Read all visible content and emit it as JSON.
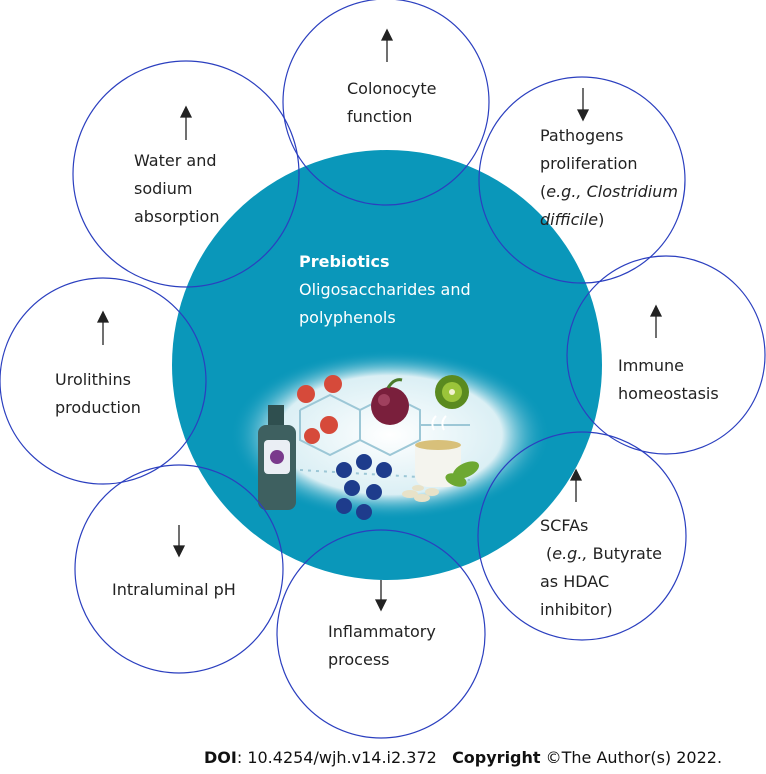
{
  "center": {
    "title": "Prebiotics",
    "subtitle_line1": "Oligosaccharides and",
    "subtitle_line2": "polyphenols",
    "color": "#0a97ba"
  },
  "nodes": [
    {
      "id": "colonocyte",
      "arrow": "up",
      "lines": [
        "Colonocyte",
        "function"
      ]
    },
    {
      "id": "pathogens",
      "arrow": "down",
      "lines": [
        "Pathogens",
        "proliferation"
      ],
      "example_prefix": "(",
      "example_italic1": "e.g., Clostridium",
      "example_italic2": "difficile",
      "example_suffix": ")"
    },
    {
      "id": "immune",
      "arrow": "up",
      "lines": [
        "Immune",
        "homeostasis"
      ]
    },
    {
      "id": "scfas",
      "arrow": "up",
      "lines": [
        "SCFAs",
        "as HDAC",
        "inhibitor)"
      ],
      "example_prefix": "(",
      "example_italic": "e.g.,",
      "example_rest": " Butyrate"
    },
    {
      "id": "inflammatory",
      "arrow": "down",
      "lines": [
        "Inflammatory",
        "process"
      ]
    },
    {
      "id": "intraluminal",
      "arrow": "down",
      "lines": [
        "Intraluminal pH"
      ]
    },
    {
      "id": "urolithins",
      "arrow": "up",
      "lines": [
        "Urolithins",
        "production"
      ]
    },
    {
      "id": "water",
      "arrow": "up",
      "lines": [
        "Water and",
        "sodium",
        "absorption"
      ]
    }
  ],
  "footer": {
    "doi_label": "DOI",
    "doi_value": ": 10.4254/wjh.v14.i2.372",
    "copyright_label": "Copyright",
    "copyright_value": " ©The Author(s) 2022."
  },
  "colors": {
    "circle_stroke": "#2b3fbf",
    "arrow": "#222222"
  }
}
